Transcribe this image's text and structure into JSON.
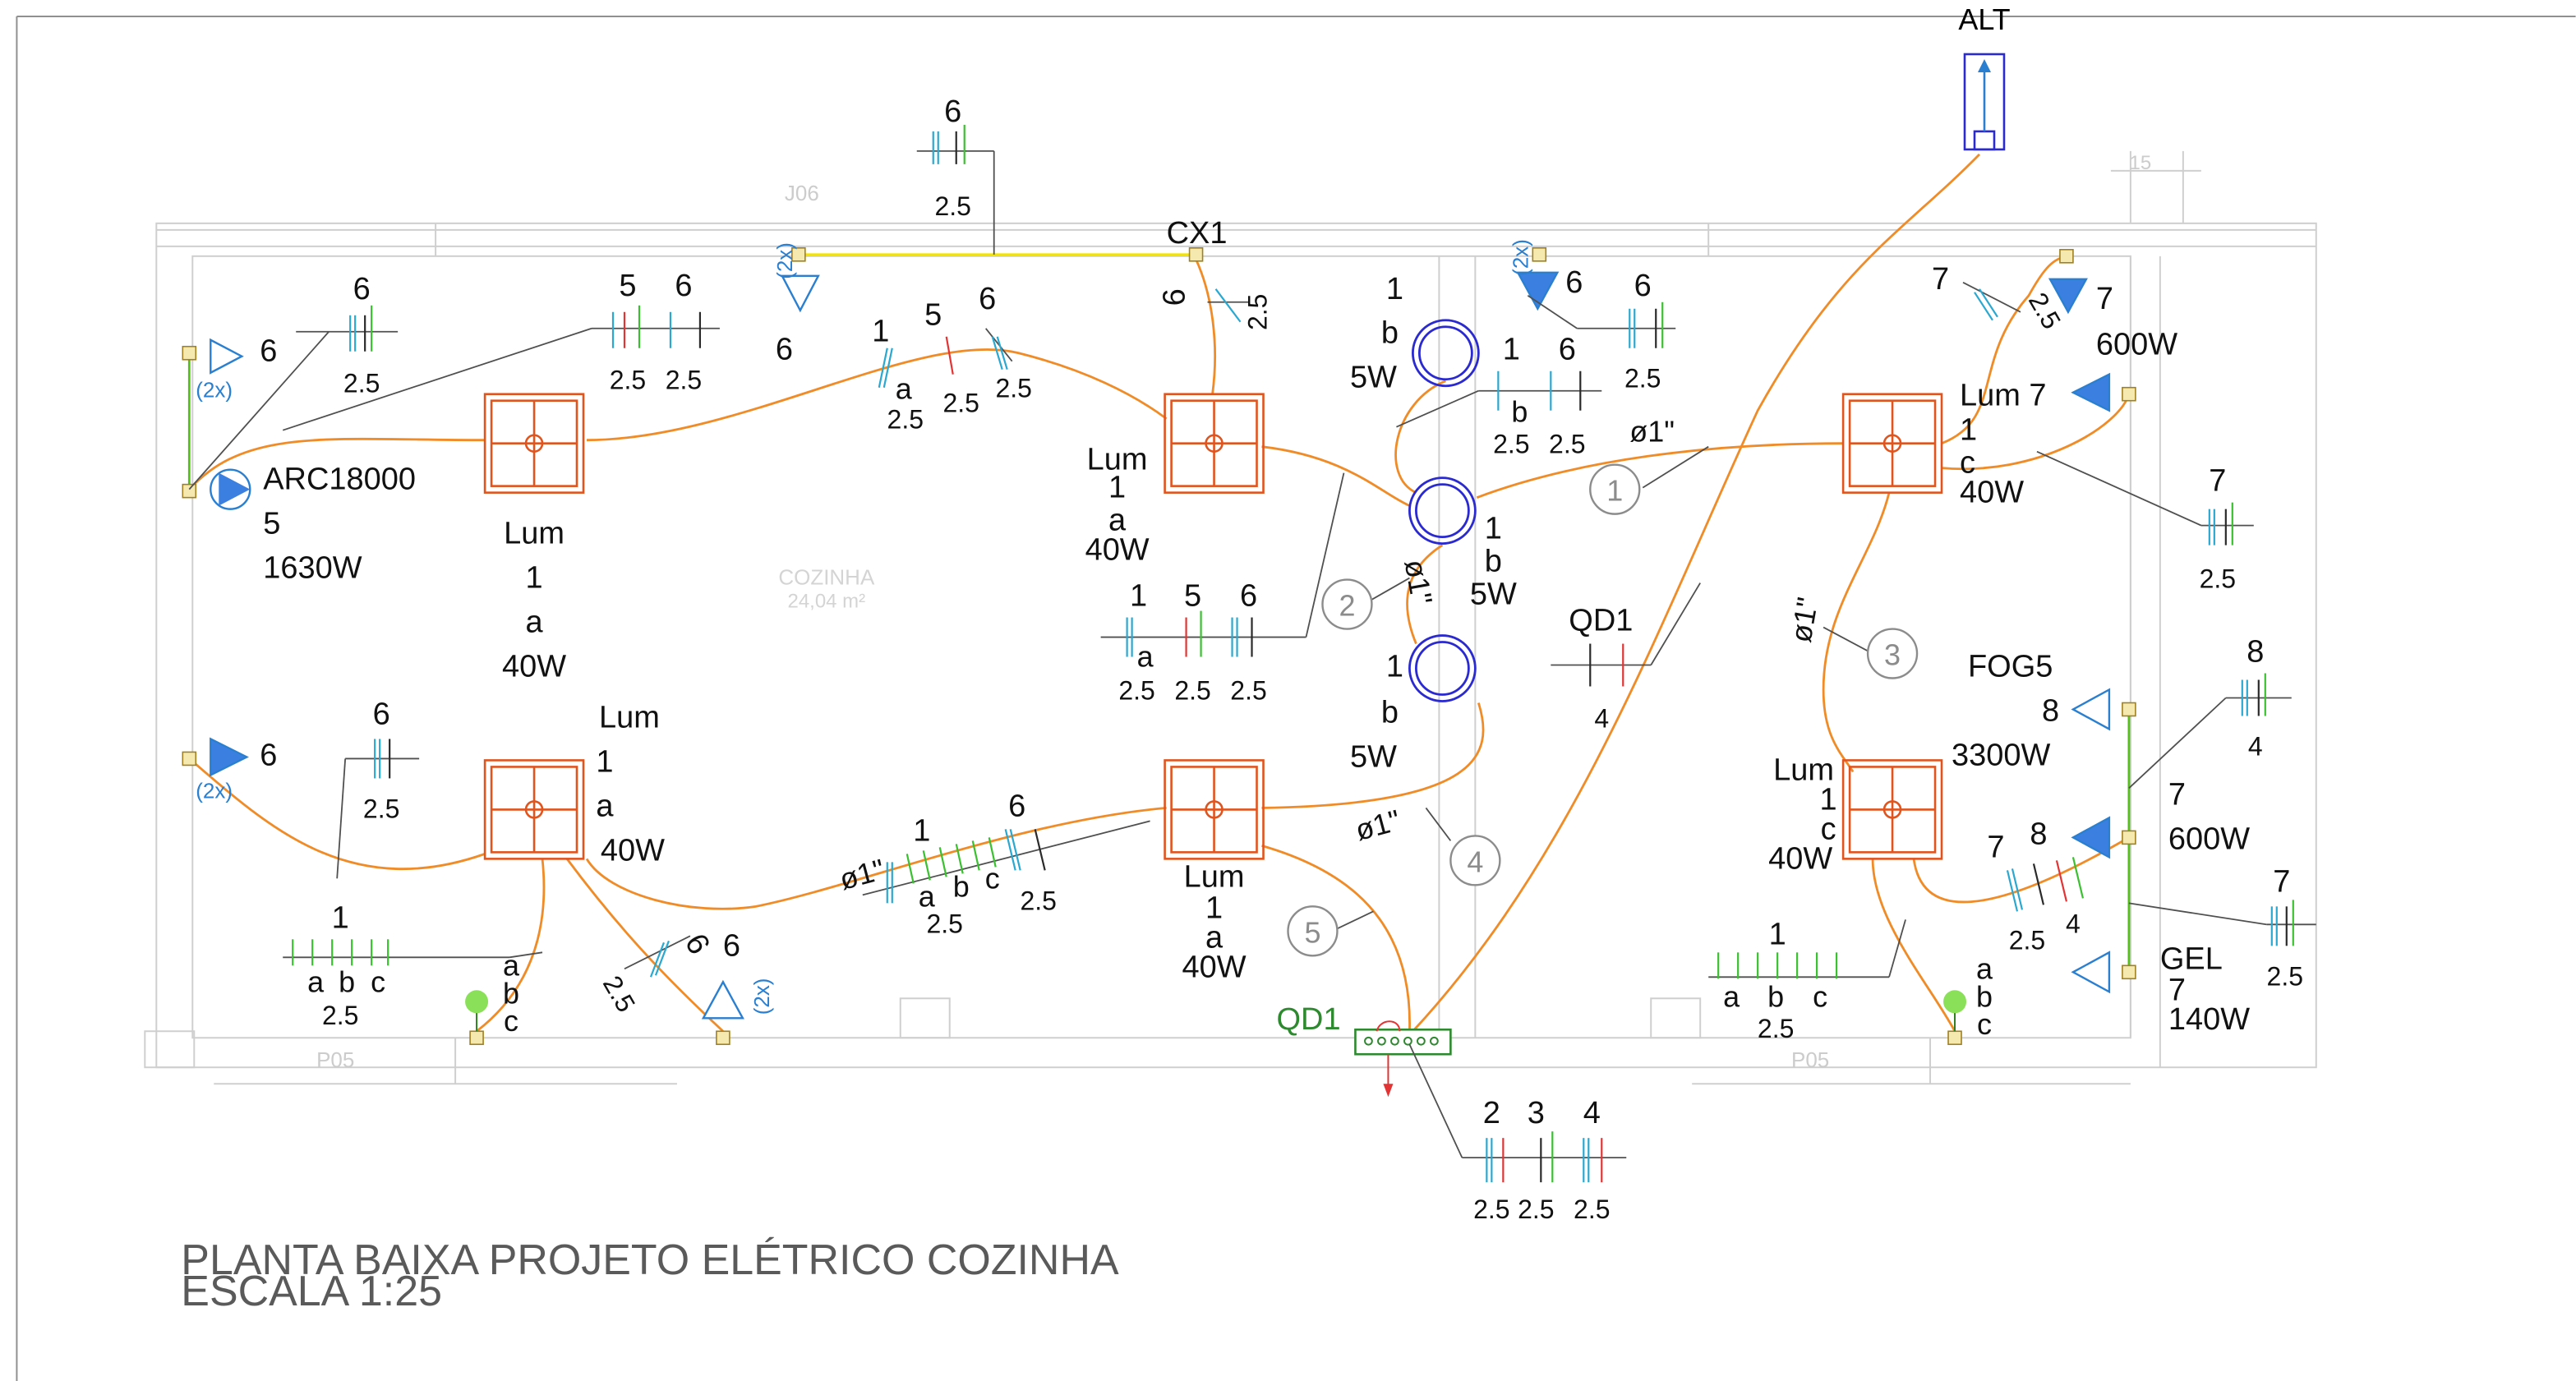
{
  "drawing": {
    "title": "PLANTA BAIXA PROJETO ELÉTRICO COZINHA",
    "scale": "ESCALA 1:25"
  },
  "room": {
    "name": "COZINHA",
    "area": "24,04 m²"
  },
  "tags": {
    "j06": "J06",
    "p05": "P05",
    "dim15": "15"
  },
  "panels": {
    "alt": "ALT",
    "cx1": "CX1",
    "qd1_board": "QD1",
    "qd1_note": "QD1",
    "qd1_note_gauge": "4"
  },
  "luminaires": [
    {
      "name": "Lum",
      "circuit": "1",
      "switch": "a",
      "power": "40W"
    },
    {
      "name": "Lum",
      "circuit": "1",
      "switch": "a",
      "power": "40W"
    },
    {
      "name": "Lum",
      "circuit": "1",
      "switch": "a",
      "power": "40W"
    },
    {
      "name": "Lum",
      "circuit": "1",
      "switch": "a",
      "power": "40W"
    },
    {
      "name": "Lum 7",
      "circuit": "1",
      "switch": "c",
      "power": "40W"
    },
    {
      "name": "Lum",
      "circuit": "1",
      "switch": "c",
      "power": "40W"
    }
  ],
  "spots": [
    {
      "circuit": "1",
      "switch": "b",
      "power": "5W"
    },
    {
      "circuit": "1",
      "switch": "b",
      "power": "5W"
    },
    {
      "circuit": "1",
      "switch": "b",
      "power": "5W"
    }
  ],
  "equipment": {
    "arc": {
      "name": "ARC18000",
      "circuit": "5",
      "power": "1630W"
    },
    "fog": {
      "name": "FOG5",
      "circuit": "8",
      "power": "3300W"
    },
    "gel": {
      "name": "GEL",
      "circuit": "7",
      "power": "140W"
    },
    "tug_right_1": {
      "circuit": "7",
      "power": "600W"
    },
    "tug_right_2": {
      "circuit": "7",
      "power": "600W"
    }
  },
  "outlet_labels": {
    "double": "(2x)",
    "n6": "6",
    "n7": "7",
    "n8": "8"
  },
  "switch_keys": {
    "a": "a",
    "b": "b",
    "c": "c"
  },
  "conduit": {
    "diameter": "ø1\""
  },
  "callouts": [
    "1",
    "2",
    "3",
    "4",
    "5"
  ],
  "wire_gauge": {
    "g25": "2.5",
    "g4": "4"
  },
  "circuit_nums": {
    "c1": "1",
    "c2": "2",
    "c3": "3",
    "c4": "4",
    "c5": "5",
    "c6": "6",
    "c7": "7",
    "c8": "8"
  }
}
